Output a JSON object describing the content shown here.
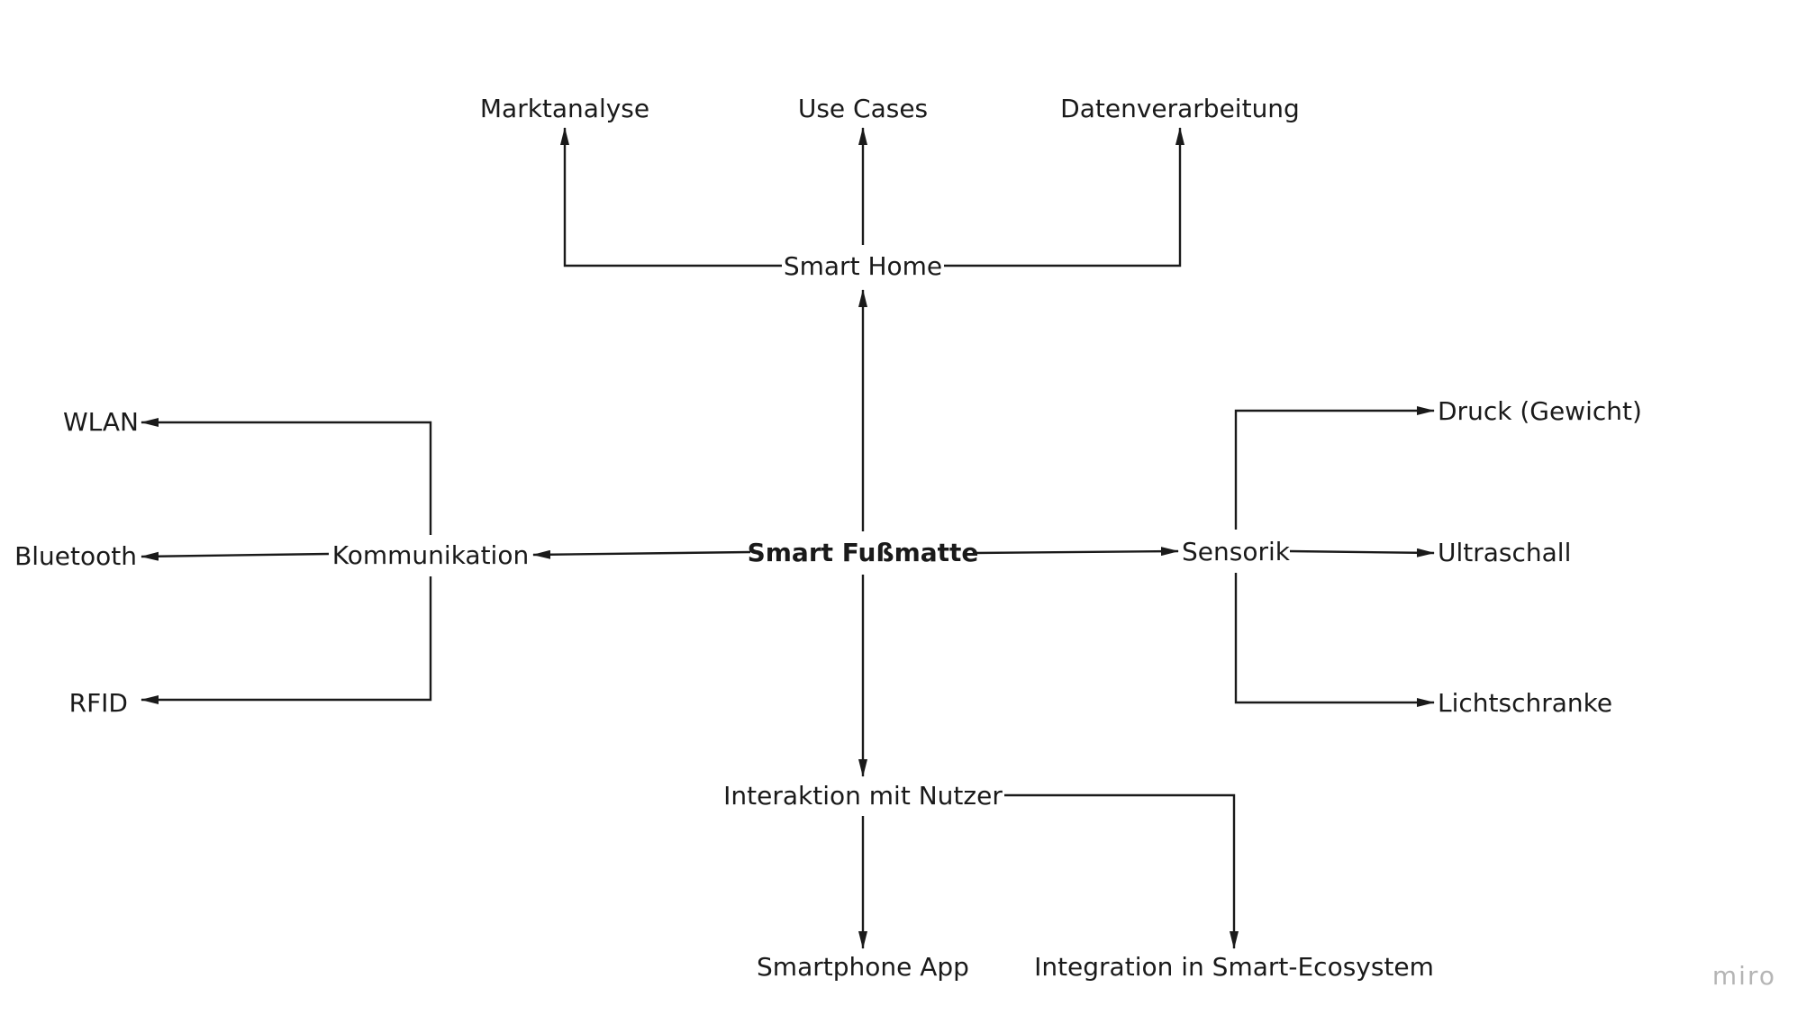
{
  "diagram": {
    "center": "Smart Fußmatte",
    "nodes": {
      "smart_home": "Smart Home",
      "marktanalyse": "Marktanalyse",
      "use_cases": "Use Cases",
      "datenverarbeitung": "Datenverarbeitung",
      "kommunikation": "Kommunikation",
      "wlan": "WLAN",
      "bluetooth": "Bluetooth",
      "rfid": "RFID",
      "sensorik": "Sensorik",
      "druck": "Druck (Gewicht)",
      "ultraschall": "Ultraschall",
      "lichtschranke": "Lichtschranke",
      "interaktion": "Interaktion mit Nutzer",
      "smartphone_app": "Smartphone App",
      "integration": "Integration in Smart-Ecosystem"
    },
    "edges": [
      {
        "from": "center",
        "to": "smart_home"
      },
      {
        "from": "smart_home",
        "to": "marktanalyse"
      },
      {
        "from": "smart_home",
        "to": "use_cases"
      },
      {
        "from": "smart_home",
        "to": "datenverarbeitung"
      },
      {
        "from": "center",
        "to": "kommunikation"
      },
      {
        "from": "kommunikation",
        "to": "wlan"
      },
      {
        "from": "kommunikation",
        "to": "bluetooth"
      },
      {
        "from": "kommunikation",
        "to": "rfid"
      },
      {
        "from": "center",
        "to": "sensorik"
      },
      {
        "from": "sensorik",
        "to": "druck"
      },
      {
        "from": "sensorik",
        "to": "ultraschall"
      },
      {
        "from": "sensorik",
        "to": "lichtschranke"
      },
      {
        "from": "center",
        "to": "interaktion"
      },
      {
        "from": "interaktion",
        "to": "smartphone_app"
      },
      {
        "from": "interaktion",
        "to": "integration"
      }
    ]
  },
  "watermark": "miro"
}
